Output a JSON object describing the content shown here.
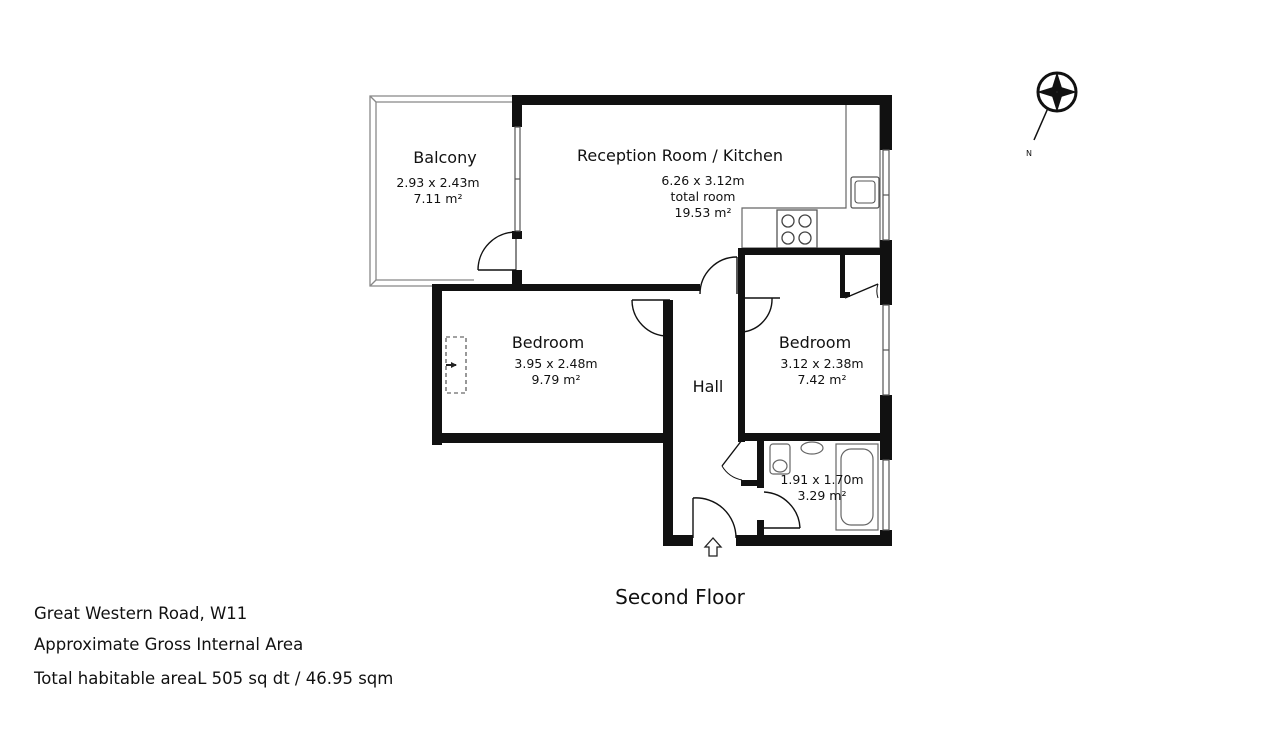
{
  "rooms": {
    "balcony": {
      "name": "Balcony",
      "dims": "2.93 x 2.43m",
      "area": "7.11 m²"
    },
    "reception": {
      "name": "Reception Room / Kitchen",
      "dims": "6.26 x 3.12m",
      "note": "total room",
      "area": "19.53 m²"
    },
    "bedroom_left": {
      "name": "Bedroom",
      "dims": "3.95 x 2.48m",
      "area": "9.79 m²"
    },
    "bedroom_right": {
      "name": "Bedroom",
      "dims": "3.12 x 2.38m",
      "area": "7.42 m²"
    },
    "hall": {
      "name": "Hall"
    },
    "bathroom": {
      "dims": "1.91 x 1.70m",
      "area": "3.29 m²"
    }
  },
  "floor_title": "Second Floor",
  "info": {
    "address": "Great Western Road, W11",
    "gross_area": "Approximate Gross Internal Area",
    "habitable": "Total habitable areaL 505 sq dt / 46.95 sqm"
  },
  "compass": {
    "label": "N"
  },
  "colors": {
    "wall": "#111111",
    "line": "#555555",
    "background": "#ffffff"
  }
}
